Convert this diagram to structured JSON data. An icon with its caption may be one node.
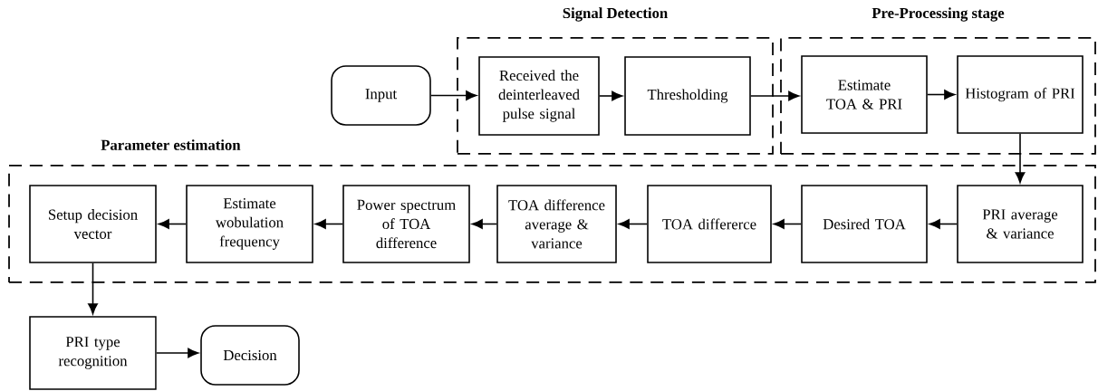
{
  "diagram": {
    "nodes": [
      {
        "text": [
          "Signal Detection"
        ]
      },
      {
        "text": [
          "Pre-Processing stage"
        ]
      },
      {
        "text": [
          "Parameter estimation"
        ]
      },
      {
        "text": [
          "Input"
        ]
      },
      {
        "text": [
          "Received the deinterleaved pulse signal"
        ],
        "in": 0
      },
      {
        "text": [
          "Thresholding"
        ],
        "in": 0
      },
      {
        "text": [
          "Estimate TOA & PRI"
        ],
        "in": 1
      },
      {
        "text": [
          "Histogram of PRI"
        ],
        "in": 1
      },
      {
        "text": [
          "PRI average & variance"
        ],
        "in": 2
      },
      {
        "text": [
          "Desired TOA"
        ],
        "in": 2
      },
      {
        "text": [
          "TOA differerce"
        ],
        "in": 2
      },
      {
        "text": [
          "TOA difference average & variance"
        ],
        "in": 2
      },
      {
        "text": [
          "Power spectrum of TOA difference"
        ],
        "in": 2
      },
      {
        "text": [
          "Estimate wobulation frequency"
        ],
        "in": 2
      },
      {
        "text": [
          "Setup decision vector"
        ],
        "in": 2
      },
      {
        "text": [
          "PRI type recognition"
        ]
      },
      {
        "text": [
          "Decision"
        ]
      }
    ],
    "edges": [
      {
        "from": 3,
        "to": 4,
        "arrow": "to"
      },
      {
        "from": 4,
        "to": 5,
        "arrow": "to"
      },
      {
        "from": 5,
        "to": 6,
        "arrow": "to"
      },
      {
        "from": 6,
        "to": 7,
        "arrow": "to"
      },
      {
        "from": 7,
        "to": 8,
        "arrow": "to"
      },
      {
        "from": 8,
        "to": 9,
        "arrow": "to"
      },
      {
        "from": 9,
        "to": 10,
        "arrow": "to"
      },
      {
        "from": 10,
        "to": 11,
        "arrow": "to"
      },
      {
        "from": 11,
        "to": 12,
        "arrow": "to"
      },
      {
        "from": 12,
        "to": 13,
        "arrow": "to"
      },
      {
        "from": 13,
        "to": 14,
        "arrow": "to"
      },
      {
        "from": 14,
        "to": 15,
        "arrow": "to"
      },
      {
        "from": 15,
        "to": 16,
        "arrow": "to"
      }
    ]
  }
}
